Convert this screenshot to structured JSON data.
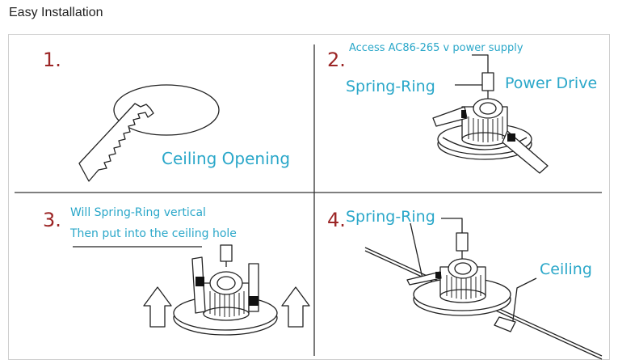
{
  "page": {
    "title": "Easy Installation"
  },
  "colors": {
    "label": "#2aa7c9",
    "step_number": "#9c2626",
    "line": "#222222"
  },
  "steps": [
    {
      "number": "1.",
      "labels": [
        "Ceiling Opening"
      ]
    },
    {
      "number": "2.",
      "labels": [
        "Access AC86-265 v power supply",
        "Spring-Ring",
        "Power Drive"
      ]
    },
    {
      "number": "3.",
      "labels": [
        "Will Spring-Ring vertical",
        "Then put into the ceiling hole"
      ]
    },
    {
      "number": "4.",
      "labels": [
        "Spring-Ring",
        "Ceiling"
      ]
    }
  ]
}
